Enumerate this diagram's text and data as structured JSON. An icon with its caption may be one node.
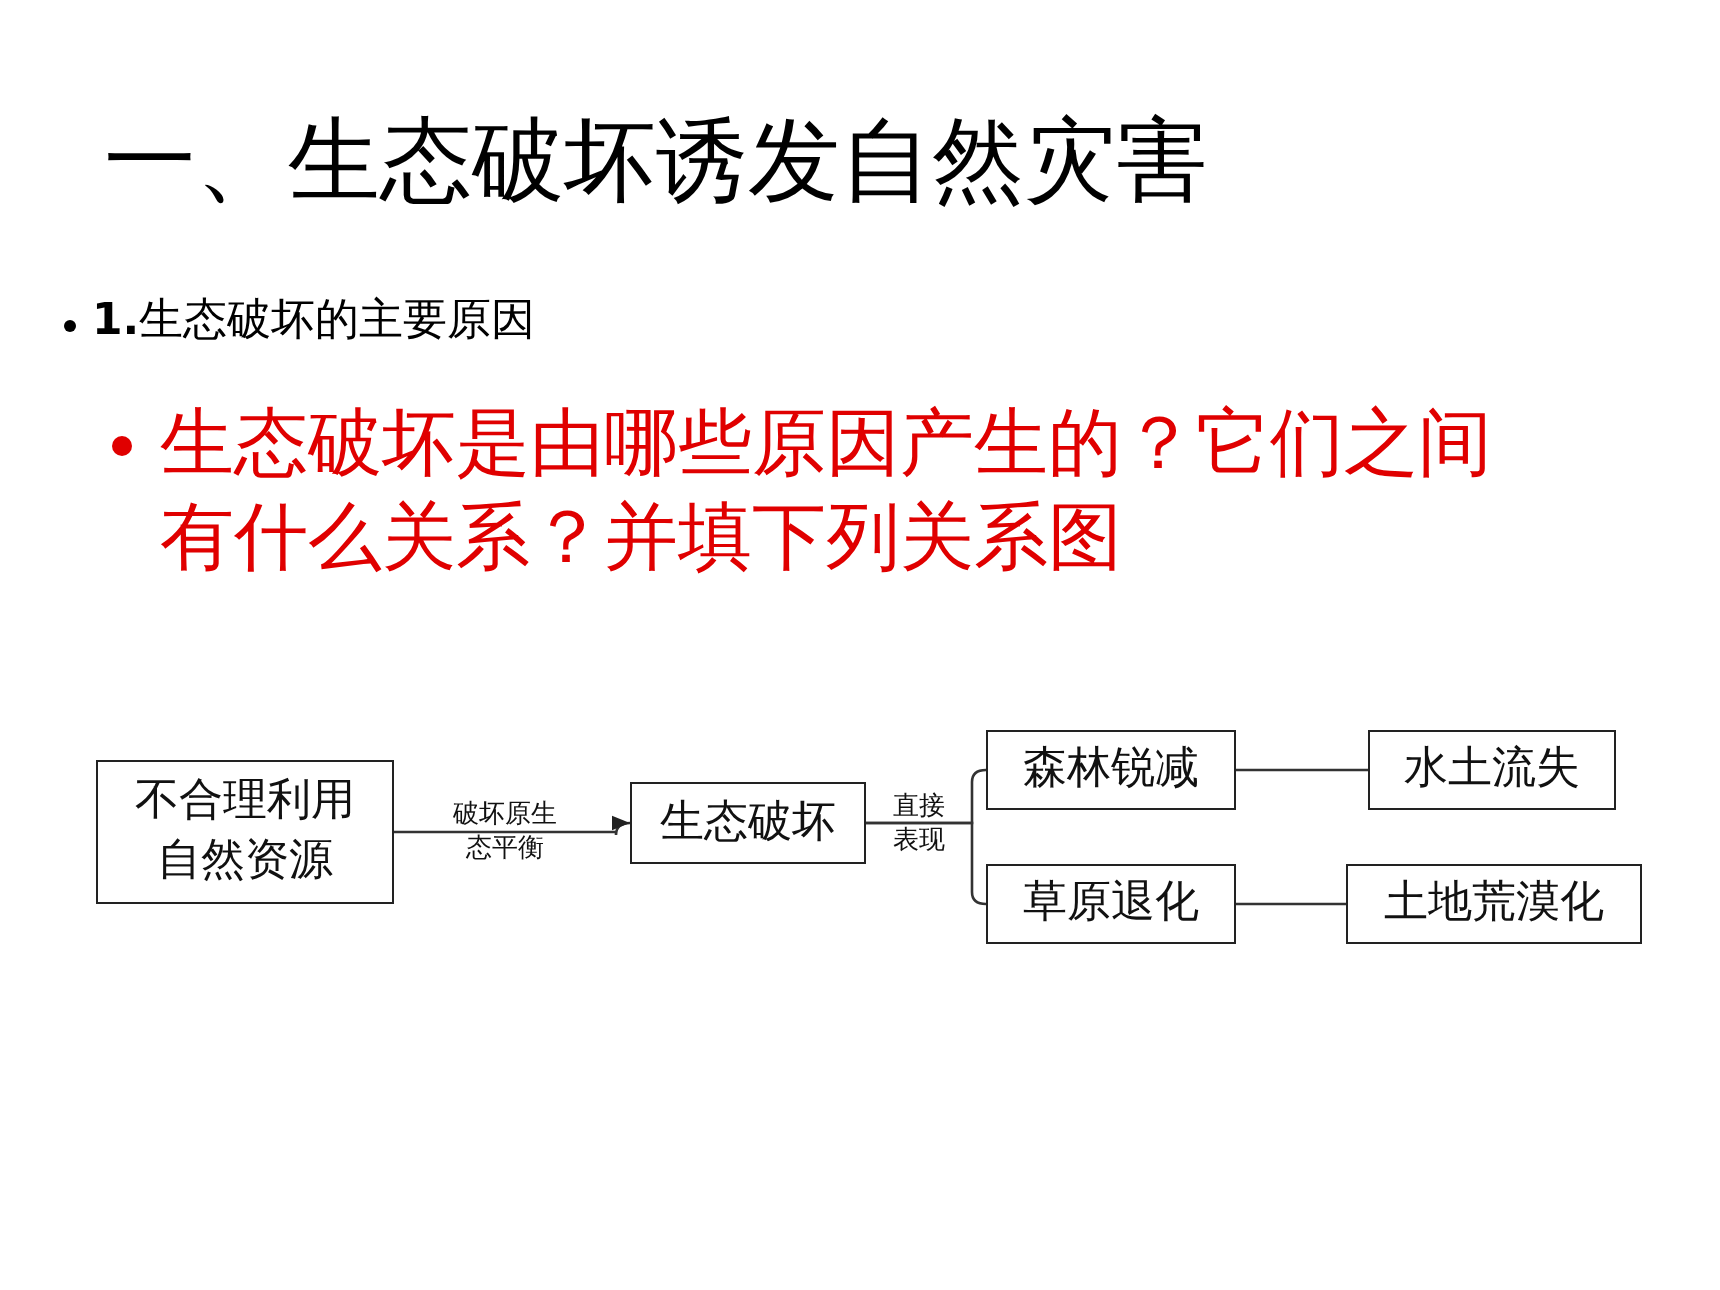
{
  "diagram": {
    "title": "一、生态破坏诱发自然灾害",
    "nodes": [
      {
        "text": [
          "不合理利用自然资源"
        ]
      },
      {
        "text": [
          "生态破坏"
        ]
      },
      {
        "text": [
          "森林锐减"
        ]
      },
      {
        "text": [
          "水土流失"
        ]
      },
      {
        "text": [
          "草原退化"
        ]
      },
      {
        "text": [
          "土地荒漠化"
        ]
      }
    ],
    "edges": [
      {
        "from": 0,
        "to": 1,
        "arrow": "to",
        "label": "破坏原生态平衡"
      },
      {
        "from": 1,
        "to": 2,
        "arrow": "none",
        "label": "直接表现"
      },
      {
        "from": 1,
        "to": 4,
        "arrow": "none"
      },
      {
        "from": 2,
        "to": 3,
        "arrow": "none"
      },
      {
        "from": 4,
        "to": 5,
        "arrow": "none"
      }
    ],
    "labels": [
      "**1.**生态破坏的主要原因",
      "生态破坏是由哪些原因产生的？它们之间有什么关系？并填下列关系图"
    ]
  }
}
